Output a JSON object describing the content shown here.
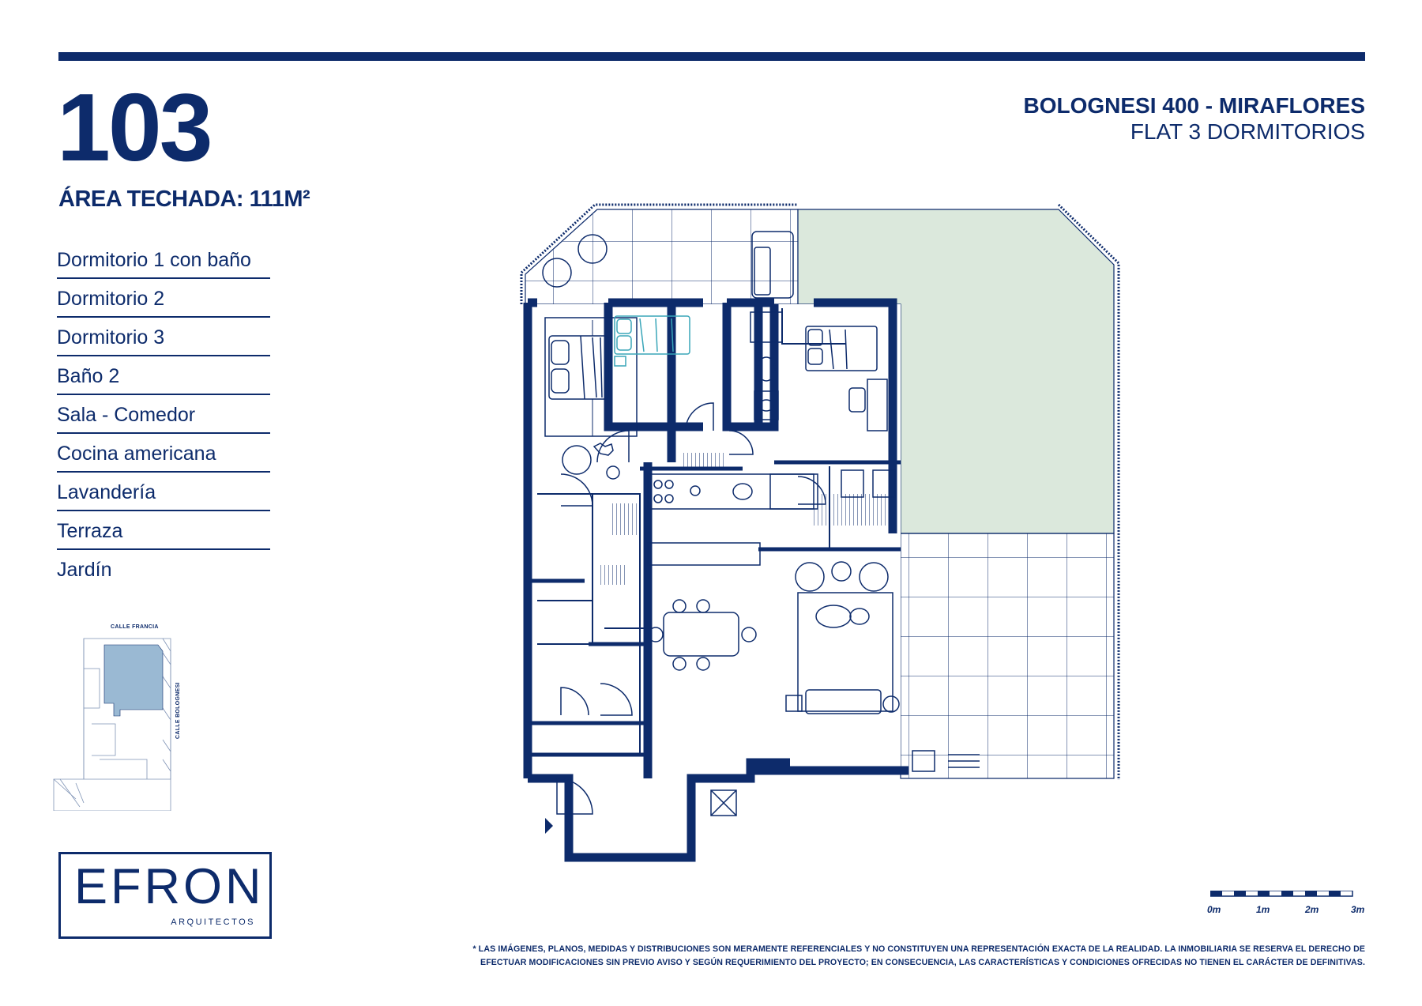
{
  "unit": {
    "number": "103",
    "area_label": "ÁREA TECHADA: 111M²"
  },
  "project": {
    "title": "BOLOGNESI 400 - MIRAFLORES",
    "subtitle": "FLAT 3 DORMITORIOS"
  },
  "rooms": [
    "Dormitorio 1 con baño",
    "Dormitorio 2",
    "Dormitorio 3",
    "Baño 2",
    "Sala - Comedor",
    "Cocina americana",
    "Lavandería",
    "Terraza",
    "Jardín"
  ],
  "site_map": {
    "street_top": "CALLE FRANCIA",
    "street_side": "CALLE BOLOGNESI"
  },
  "logo": {
    "name": "EFRON",
    "subtitle": "ARQUITECTOS"
  },
  "scale": {
    "labels": [
      "0m",
      "1m",
      "2m",
      "3m"
    ]
  },
  "disclaimer": {
    "line1": "* LAS IMÁGENES, PLANOS, MEDIDAS Y DISTRIBUCIONES SON MERAMENTE REFERENCIALES Y NO CONSTITUYEN UNA REPRESENTACIÓN EXACTA DE LA REALIDAD. LA INMOBILIARIA SE RESERVA EL DERECHO DE",
    "line2": "EFECTUAR MODIFICACIONES SIN PREVIO AVISO Y SEGÚN REQUERIMIENTO DEL PROYECTO; EN CONSECUENCIA, LAS CARACTERÍSTICAS Y CONDICIONES OFRECIDAS NO TIENEN EL CARÁCTER DE DEFINITIVAS."
  },
  "colors": {
    "brand_navy": "#0d2b6b",
    "garden_green": "#dbe8dc",
    "site_highlight": "#9ab9d3",
    "furniture_teal": "#3aa6b9"
  }
}
